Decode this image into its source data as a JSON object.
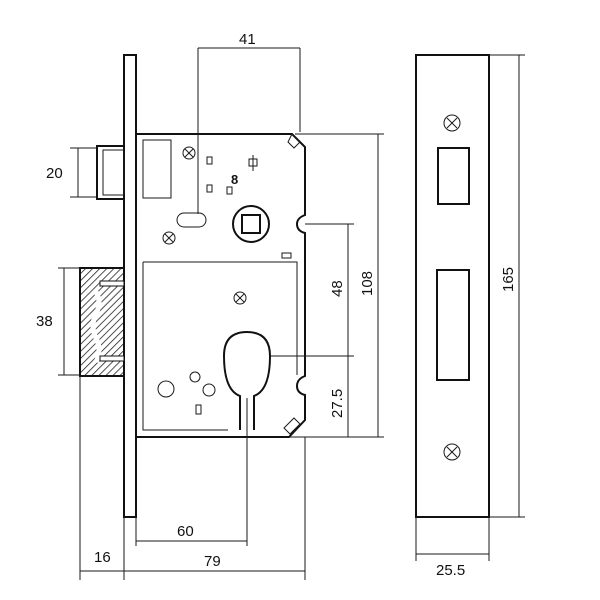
{
  "drawing": {
    "dimensions": {
      "top_width": "41",
      "latch_height": "20",
      "bolt_height": "38",
      "follower_to_cylinder": "48",
      "case_height": "108",
      "cylinder_below": "27.5",
      "backset": "60",
      "faceplate_offset": "16",
      "case_depth": "79",
      "faceplate_height": "165",
      "faceplate_width": "25.5"
    },
    "follower_mark": "8"
  }
}
